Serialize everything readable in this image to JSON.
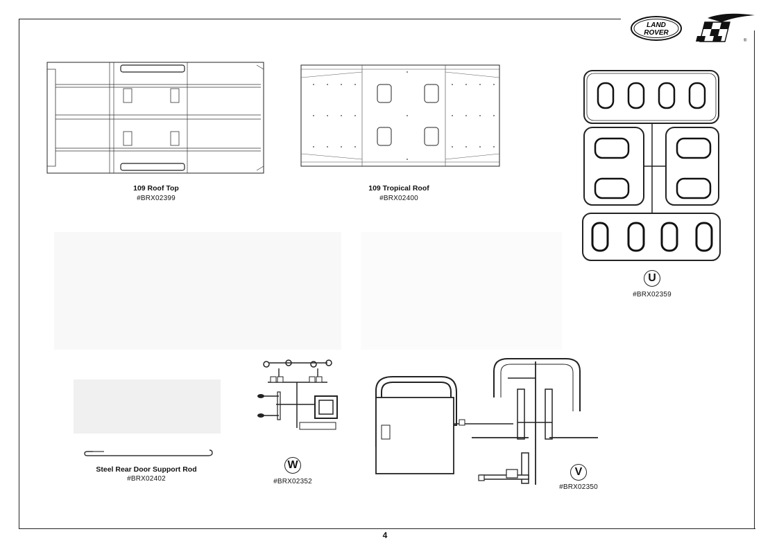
{
  "brand": {
    "logo_text_line1": "LAND",
    "logo_text_line2": "ROVER",
    "registered": "®"
  },
  "parts": [
    {
      "title": "109 Roof Top",
      "code": "#BRX02399"
    },
    {
      "title": "109 Tropical Roof",
      "code": "#BRX02400"
    },
    {
      "letter": "U",
      "code": "#BRX02359"
    },
    {
      "title": "Steel Rear Door Support Rod",
      "code": "#BRX02402"
    },
    {
      "letter": "W",
      "code": "#BRX02352"
    },
    {
      "letter": "V",
      "code": "#BRX02350"
    }
  ],
  "page_number": "4"
}
